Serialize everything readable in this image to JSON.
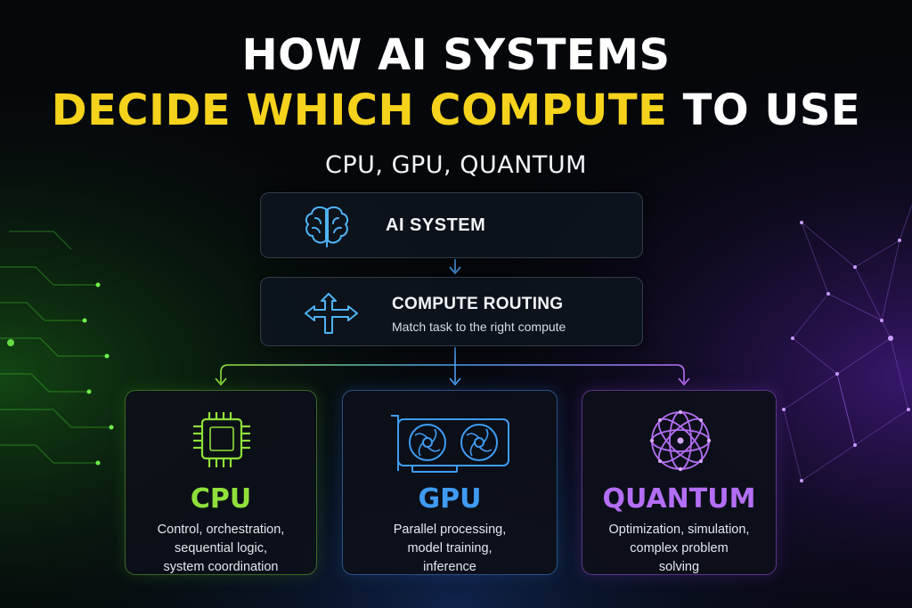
{
  "title": {
    "line1": "HOW AI SYSTEMS",
    "line2_highlight": "DECIDE WHICH COMPUTE",
    "line2_rest": " TO USE",
    "subtitle": "CPU, GPU, QUANTUM"
  },
  "flow": {
    "ai_system": {
      "label": "AI SYSTEM",
      "icon": "brain-icon"
    },
    "routing": {
      "label": "COMPUTE ROUTING",
      "sublabel": "Match task to the right compute",
      "icon": "direction-arrows-icon"
    }
  },
  "cards": [
    {
      "id": "cpu",
      "title": "CPU",
      "icon": "cpu-chip-icon",
      "color": "#8fe03a",
      "lines": [
        "Control, orchestration,",
        "sequential logic,",
        "system coordination"
      ]
    },
    {
      "id": "gpu",
      "title": "GPU",
      "icon": "graphics-card-icon",
      "color": "#3f9bf2",
      "lines": [
        "Parallel processing,",
        "model training,",
        "inference"
      ]
    },
    {
      "id": "quantum",
      "title": "QUANTUM",
      "icon": "quantum-sphere-icon",
      "color": "#b46ef5",
      "lines": [
        "Optimization, simulation,",
        "complex problem",
        "solving"
      ]
    }
  ],
  "colors": {
    "title_highlight": "#f5d21c",
    "cpu": "#8fe03a",
    "gpu": "#3f9bf2",
    "quantum": "#b46ef5",
    "connector": "#4a9ff0"
  }
}
